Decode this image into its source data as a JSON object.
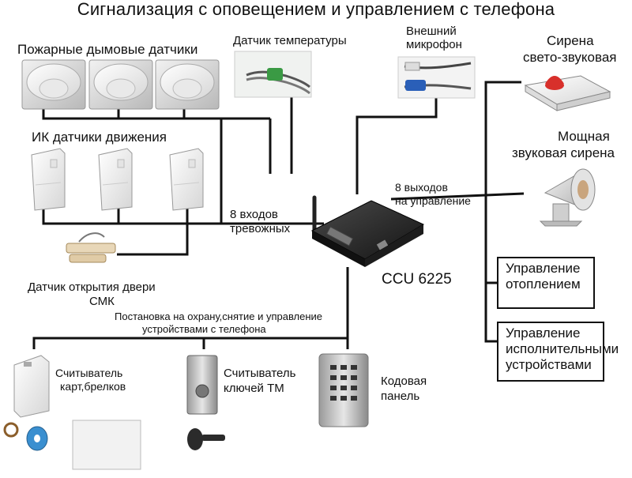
{
  "title": "Сигнализация с оповещением и управлением с телефона",
  "labels": {
    "smoke": "Пожарные дымовые датчики",
    "temp": "Датчик температуры",
    "mic_1": "Внешний",
    "mic_2": "микрофон",
    "siren1_1": "Сирена",
    "siren1_2": "свето-звуковая",
    "siren2_1": "Мощная",
    "siren2_2": "звуковая сирена",
    "ir": "ИК датчики движения",
    "inputs_1": "8 входов",
    "inputs_2": "тревожных",
    "outputs_1": "8 выходов",
    "outputs_2": "на управление",
    "door_1": "Датчик открытия двери",
    "door_2": "СМК",
    "device": "CCU 6225",
    "phone_1": "Постановка на охрану,снятие и управление",
    "phone_2": "устройствами с телефона",
    "cards_1": "Считыватель",
    "cards_2": "карт,брелков",
    "tm_1": "Считыватель",
    "tm_2": "ключей ТМ",
    "keypad_1": "Кодовая",
    "keypad_2": "панель",
    "heat_1": "Управление",
    "heat_2": "отоплением",
    "exec_1": "Управление",
    "exec_2": "исполнительными",
    "exec_3": "устройствами"
  },
  "colors": {
    "wire": "#111111",
    "device_body": "#262626",
    "siren_light": "#d8302b",
    "temp_probe": "#3a9a44",
    "mic_plug": "#2a5fb8",
    "keyfob": "#3a8fd0"
  }
}
